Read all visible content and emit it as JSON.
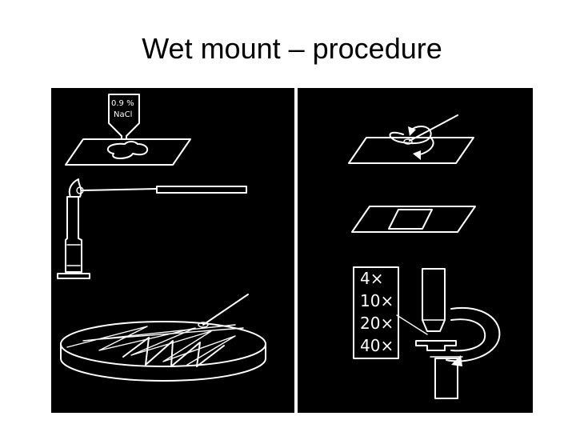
{
  "slide": {
    "title": "Wet mount – procedure"
  },
  "figure": {
    "colors": {
      "background": "#000000",
      "lines": "#ffffff"
    },
    "left_panel": {
      "dropper_label_line1": "0.9 %",
      "dropper_label_line2": "NaCl"
    },
    "right_panel": {
      "objectives": [
        "4×",
        "10×",
        "20×",
        "40×"
      ]
    }
  }
}
